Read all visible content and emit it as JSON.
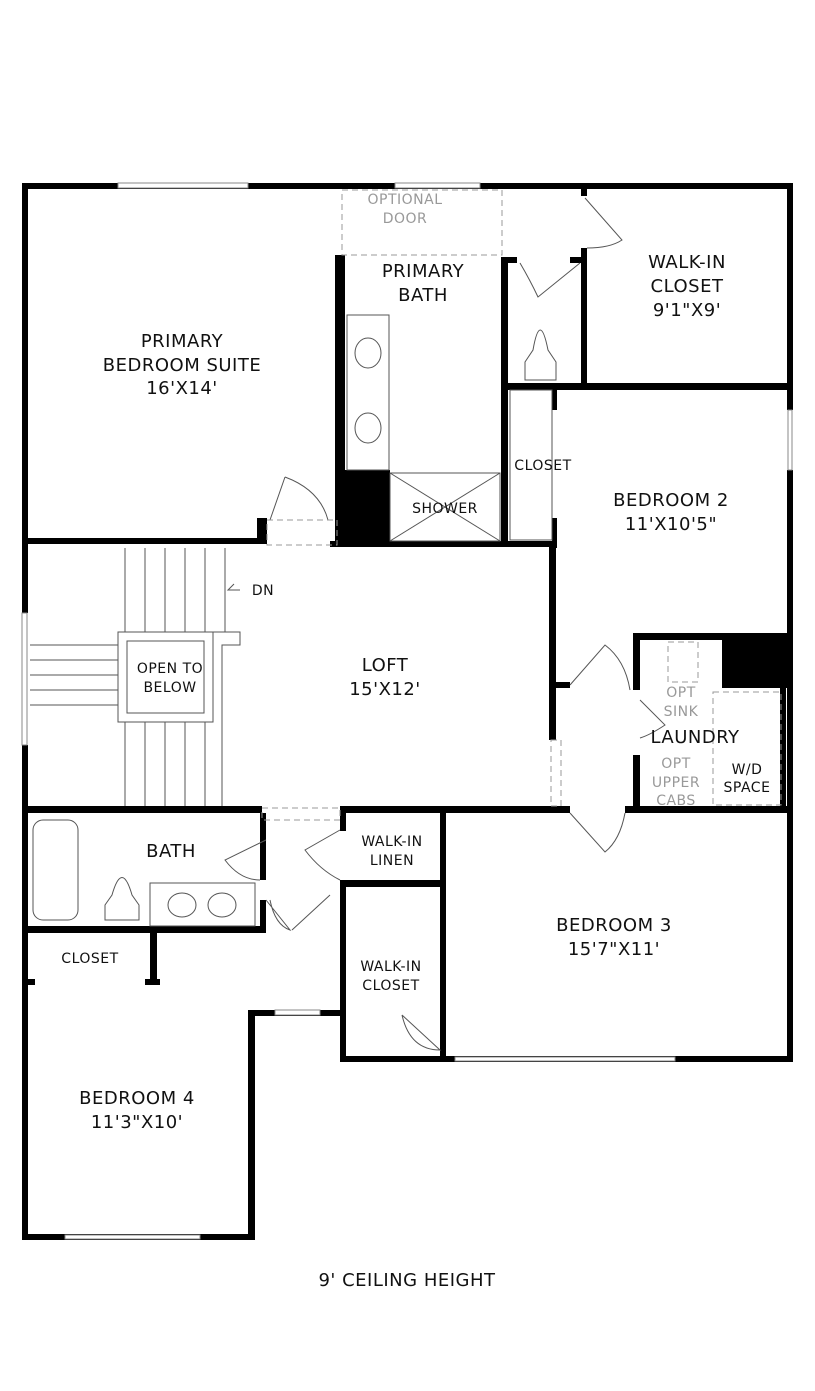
{
  "rooms": {
    "primary_suite": {
      "name1": "PRIMARY",
      "name2": "BEDROOM SUITE",
      "size": "16'X14'"
    },
    "primary_bath": {
      "name1": "PRIMARY",
      "name2": "BATH"
    },
    "optional_door": {
      "line1": "OPTIONAL",
      "line2": "DOOR"
    },
    "walkin_closet_primary": {
      "name1": "WALK-IN",
      "name2": "CLOSET",
      "size": "9'1\"X9'"
    },
    "shower": "SHOWER",
    "closet_bed2": "CLOSET",
    "bedroom2": {
      "name": "BEDROOM 2",
      "size": "11'X10'5\""
    },
    "stairs_dn": "DN",
    "open_to_below": {
      "line1": "OPEN TO",
      "line2": "BELOW"
    },
    "loft": {
      "name": "LOFT",
      "size": "15'X12'"
    },
    "laundry": {
      "name": "LAUNDRY",
      "opt_sink1": "OPT",
      "opt_sink2": "SINK",
      "opt_cabs1": "OPT",
      "opt_cabs2": "UPPER",
      "opt_cabs3": "CABS",
      "wd1": "W/D",
      "wd2": "SPACE"
    },
    "bath": "BATH",
    "walkin_linen": {
      "name1": "WALK-IN",
      "name2": "LINEN"
    },
    "walkin_closet_hall": {
      "name1": "WALK-IN",
      "name2": "CLOSET"
    },
    "bedroom3": {
      "name": "BEDROOM 3",
      "size": "15'7\"X11'"
    },
    "closet_bed4": "CLOSET",
    "bedroom4": {
      "name": "BEDROOM 4",
      "size": "11'3\"X10'"
    }
  },
  "footer": {
    "ceiling": "9' CEILING HEIGHT"
  }
}
